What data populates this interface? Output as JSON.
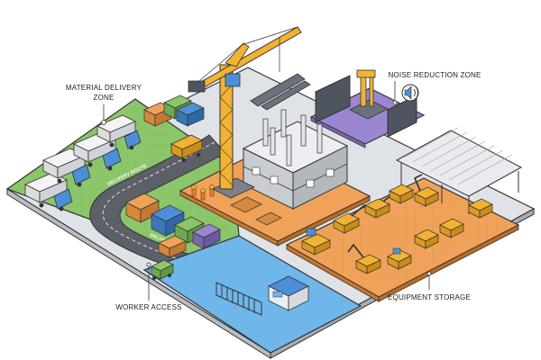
{
  "labels": {
    "material_delivery_line1": "MATERIAL DELIVERY",
    "material_delivery_line2": "ZONE",
    "noise_reduction": "NOISE REDUCTION ZONE",
    "worker_access": "WORKER ACCESS",
    "equipment_storage": "EQUIPMENT STORAGE",
    "delivery_route": "DELIVERY ROUTE",
    "delivery_road2": "DELIVERY"
  },
  "icons": {
    "noise": "sound-wave-icon",
    "crane": "tower-crane-icon"
  },
  "colors": {
    "green_zone": "#8cc66a",
    "orange_zone": "#f0a259",
    "purple_zone": "#9b86d2",
    "water": "#6fb6ea",
    "ground": "#dfe2e6",
    "road": "#5d6068",
    "crane": "#f2b233",
    "truck_cab": "#4d8fd6"
  }
}
